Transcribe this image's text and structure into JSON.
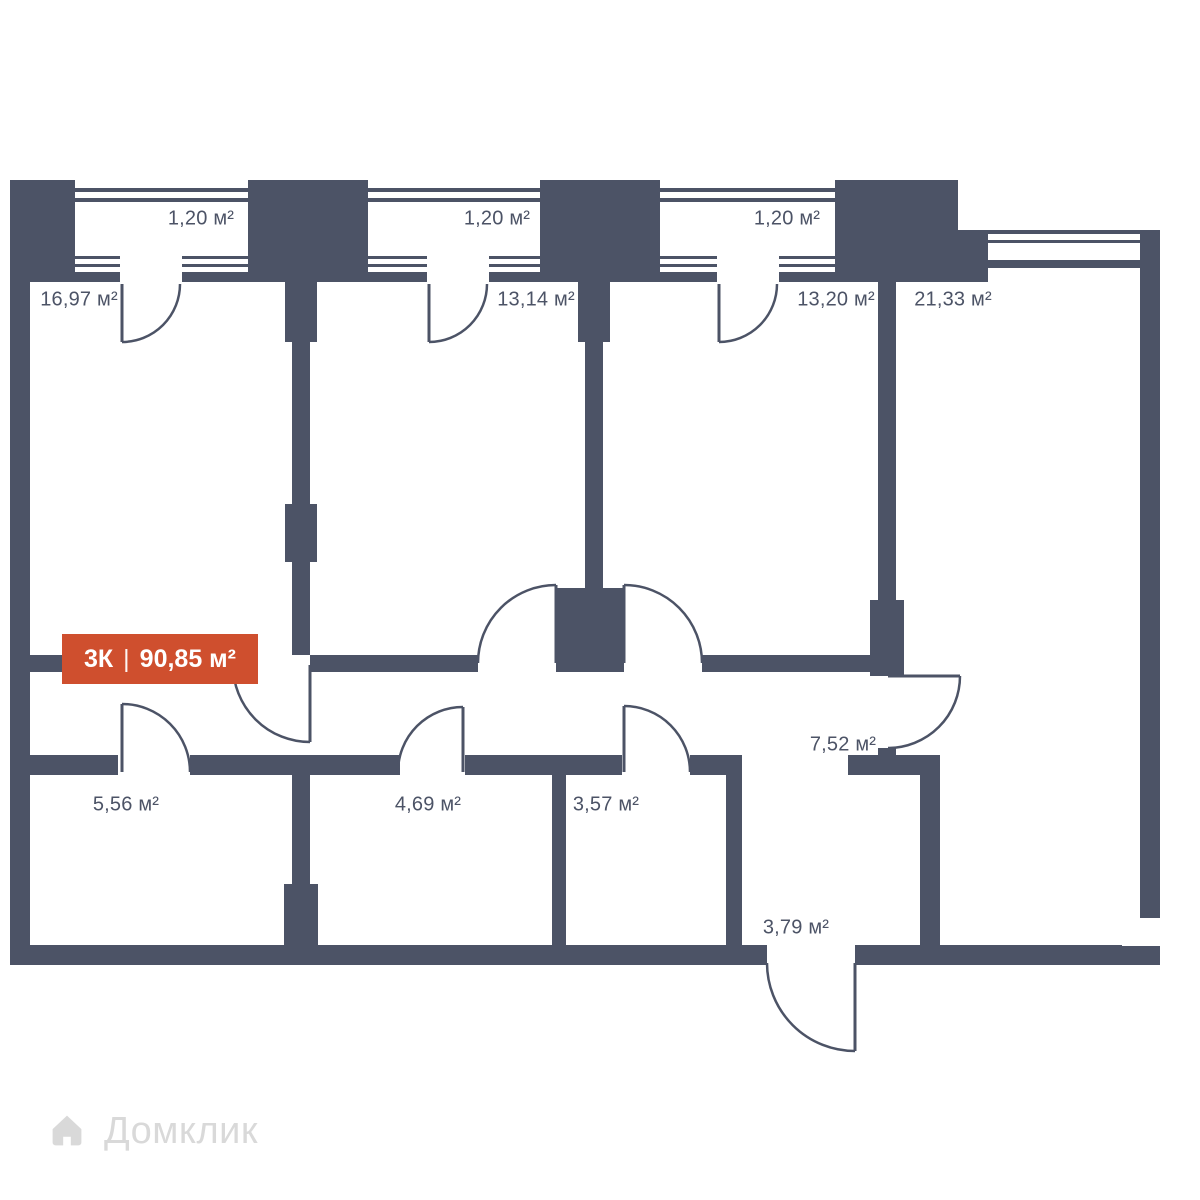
{
  "plan": {
    "badge": {
      "type": "3К",
      "separator": "|",
      "area": "90,85 м²",
      "background": "#cf4f2e",
      "text_color": "#ffffff"
    },
    "colors": {
      "wall": "#4c5366",
      "label": "#4c5366",
      "background": "#ffffff"
    },
    "balconies": [
      {
        "id": "balcony-1",
        "area": "1,20 м²"
      },
      {
        "id": "balcony-2",
        "area": "1,20 м²"
      },
      {
        "id": "balcony-3",
        "area": "1,20 м²"
      }
    ],
    "rooms": [
      {
        "id": "room-1",
        "area": "16,97 м²"
      },
      {
        "id": "room-2",
        "area": "13,14 м²"
      },
      {
        "id": "room-3",
        "area": "13,20 м²"
      },
      {
        "id": "room-4",
        "area": "21,33 м²"
      },
      {
        "id": "hallway",
        "area": "7,52 м²"
      },
      {
        "id": "room-5",
        "area": "5,56 м²"
      },
      {
        "id": "room-6",
        "area": "4,69 м²"
      },
      {
        "id": "room-7",
        "area": "3,57 м²"
      },
      {
        "id": "entrance-hall",
        "area": "3,79 м²"
      }
    ]
  },
  "watermark": {
    "brand": "Домклик",
    "color": "#d9d9d9"
  }
}
